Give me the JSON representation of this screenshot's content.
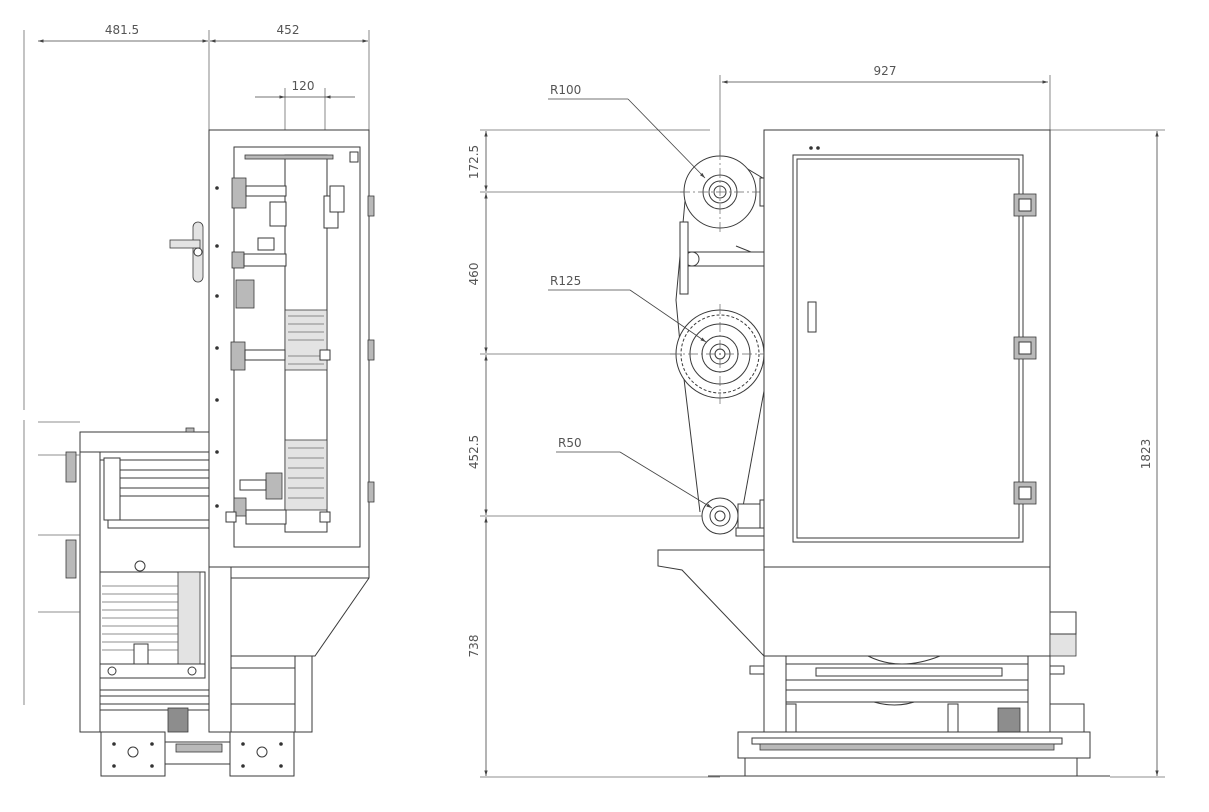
{
  "dimensions": {
    "side_width": "481.5",
    "side_cabinet_width": "452",
    "side_inner": "120",
    "front_width": "927",
    "height_top": "172.5",
    "height_mid": "460",
    "height_low": "452.5",
    "height_base": "738",
    "height_total": "1823"
  },
  "radii": {
    "top_roller": "R100",
    "mid_roller": "R125",
    "low_roller": "R50"
  },
  "colors": {
    "line": "#3a3a3a",
    "text": "#555555",
    "fill_gray": "#b9b9b9"
  }
}
